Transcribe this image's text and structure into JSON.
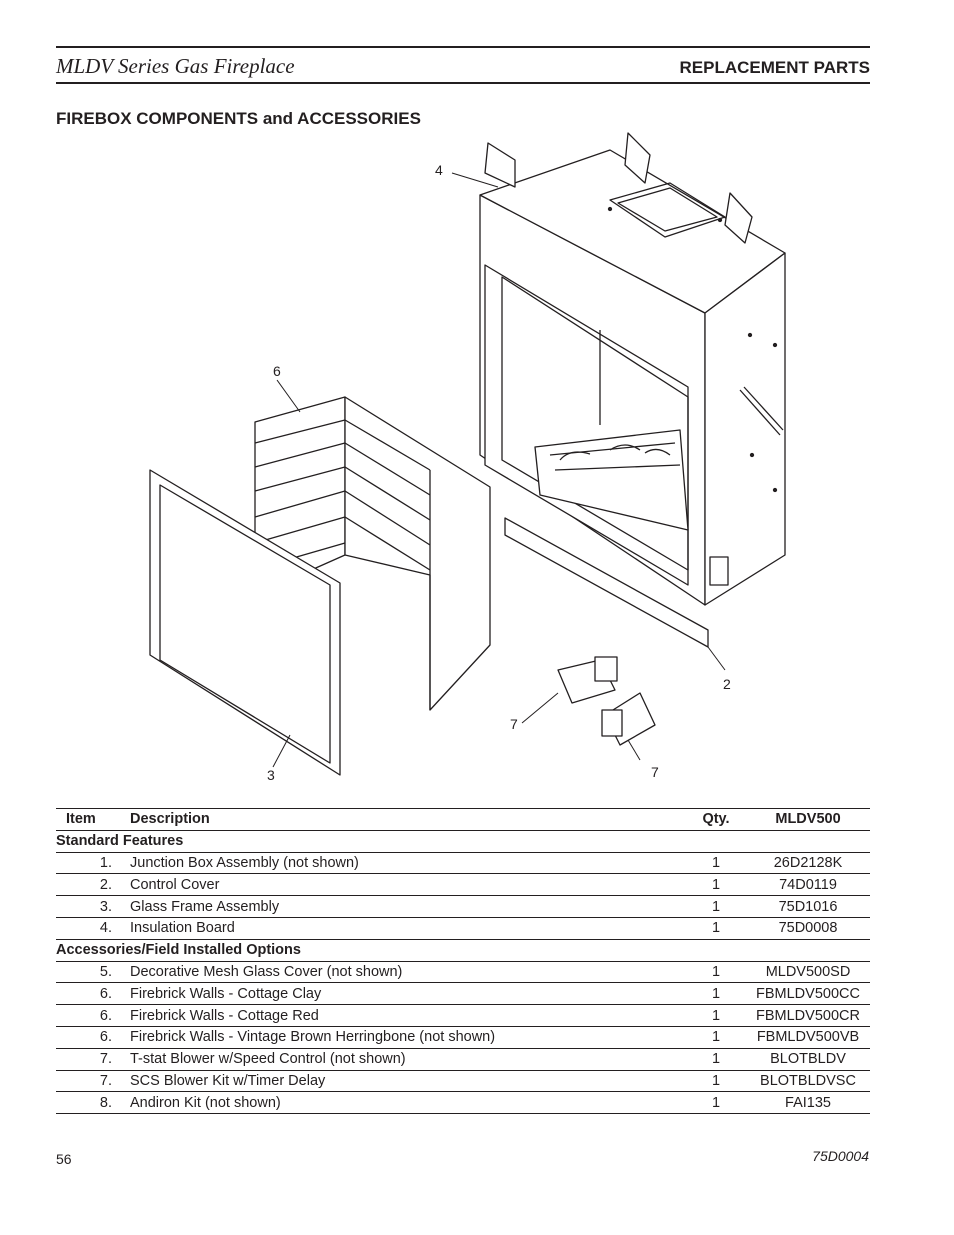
{
  "header": {
    "doc_title": "MLDV Series Gas Fireplace",
    "section": "REPLACEMENT PARTS"
  },
  "sub_heading": "FIREBOX COMPONENTS and ACCESSORIES",
  "diagram": {
    "callouts": [
      "4",
      "6",
      "2",
      "7",
      "3",
      "7"
    ]
  },
  "table": {
    "headers": {
      "item": "Item",
      "description": "Description",
      "qty": "Qty.",
      "model": "MLDV500"
    },
    "groups": [
      {
        "title": "Standard Features",
        "rows": [
          {
            "item": "1.",
            "description": "Junction Box Assembly (not shown)",
            "qty": "1",
            "part": "26D2128K"
          },
          {
            "item": "2.",
            "description": "Control Cover",
            "qty": "1",
            "part": "74D0119"
          },
          {
            "item": "3.",
            "description": "Glass Frame Assembly",
            "qty": "1",
            "part": "75D1016"
          },
          {
            "item": "4.",
            "description": "Insulation Board",
            "qty": "1",
            "part": "75D0008"
          }
        ]
      },
      {
        "title": "Accessories/Field Installed Options",
        "rows": [
          {
            "item": "5.",
            "description": "Decorative Mesh Glass Cover (not shown)",
            "qty": "1",
            "part": "MLDV500SD"
          },
          {
            "item": "6.",
            "description": "Firebrick Walls - Cottage Clay",
            "qty": "1",
            "part": "FBMLDV500CC"
          },
          {
            "item": "6.",
            "description": "Firebrick Walls - Cottage Red",
            "qty": "1",
            "part": "FBMLDV500CR"
          },
          {
            "item": "6.",
            "description": "Firebrick Walls - Vintage Brown Herringbone (not shown)",
            "qty": "1",
            "part": "FBMLDV500VB"
          },
          {
            "item": "7.",
            "description": "T-stat Blower w/Speed Control (not shown)",
            "qty": "1",
            "part": "BLOTBLDV"
          },
          {
            "item": "7.",
            "description": "SCS Blower Kit w/Timer Delay",
            "qty": "1",
            "part": "BLOTBLDVSC"
          },
          {
            "item": "8.",
            "description": "Andiron Kit (not shown)",
            "qty": "1",
            "part": "FAI135"
          }
        ]
      }
    ]
  },
  "footer": {
    "page_number": "56",
    "doc_code": "75D0004"
  }
}
